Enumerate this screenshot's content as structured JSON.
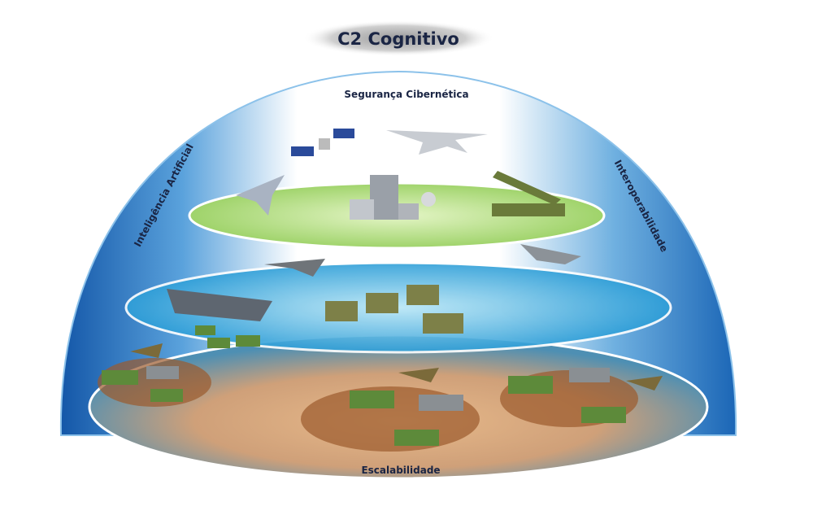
{
  "title": "C2 Cognitivo",
  "labels": {
    "top": "Segurança Cibernética",
    "left": "Inteligência Artificial",
    "right": "Interoperabilidade",
    "bottom": "Escalabilidade"
  },
  "layers": [
    {
      "name": "air-space-layer",
      "color": "#b9e08a"
    },
    {
      "name": "sea-layer",
      "color": "#6cc3e8"
    },
    {
      "name": "land-layer",
      "color": "#c98f5b"
    }
  ],
  "colors": {
    "dome": "#1f6fc0",
    "title_text": "#1a2544"
  }
}
